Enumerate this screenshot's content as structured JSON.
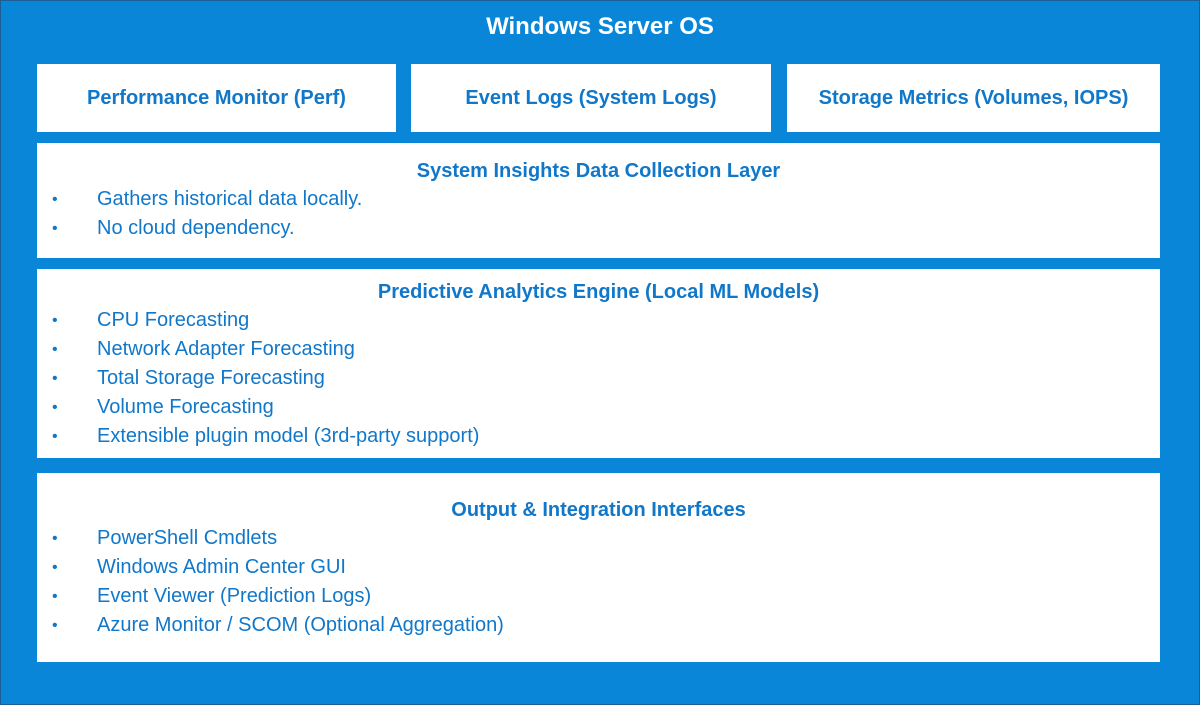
{
  "title": "Windows Server OS",
  "sources": [
    {
      "label": "Performance Monitor (Perf)"
    },
    {
      "label": "Event Logs (System Logs)"
    },
    {
      "label": "Storage Metrics (Volumes, IOPS)"
    }
  ],
  "collection_layer": {
    "heading": "System Insights Data Collection Layer",
    "items": [
      "Gathers historical data locally.",
      "No cloud dependency."
    ]
  },
  "analytics_engine": {
    "heading": "Predictive Analytics Engine (Local ML Models)",
    "items": [
      "CPU Forecasting",
      "Network Adapter Forecasting",
      "Total Storage Forecasting",
      "Volume Forecasting",
      "Extensible plugin model (3rd-party support)"
    ]
  },
  "output_interfaces": {
    "heading": "Output & Integration Interfaces",
    "items": [
      "PowerShell Cmdlets",
      "Windows Admin Center GUI",
      "Event Viewer (Prediction Logs)",
      "Azure Monitor / SCOM (Optional Aggregation)"
    ]
  },
  "bullet_glyph": "•",
  "colors": {
    "background": "#0a86d9",
    "box_fill": "#ffffff",
    "text_blue": "#1177c9",
    "title_text": "#ffffff"
  }
}
